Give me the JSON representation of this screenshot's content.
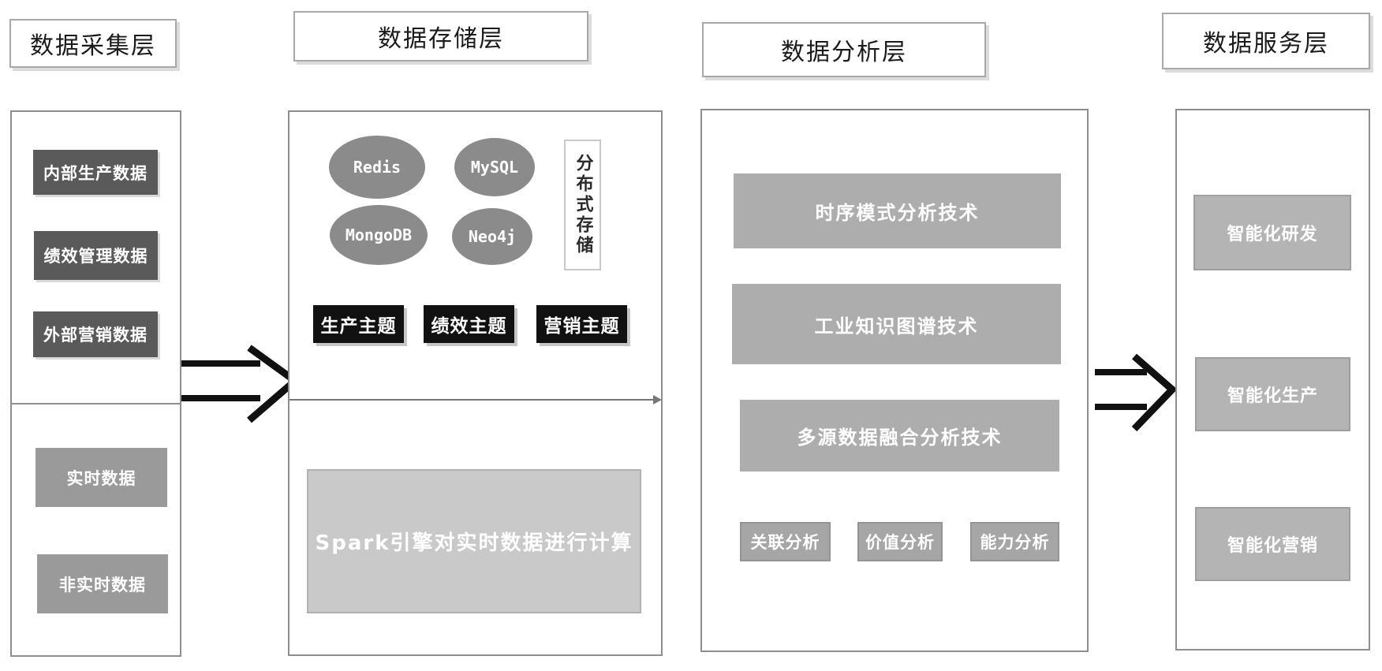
{
  "layers": {
    "collection": {
      "title": "数据采集层",
      "source_items": [
        "内部生产数据",
        "绩效管理数据",
        "外部营销数据"
      ],
      "timeliness_items": [
        "实时数据",
        "非实时数据"
      ]
    },
    "storage": {
      "title": "数据存储层",
      "databases": [
        "Redis",
        "MySQL",
        "MongoDB",
        "Neo4j"
      ],
      "distributed_label": "分布式存储",
      "themes": [
        "生产主题",
        "绩效主题",
        "营销主题"
      ],
      "engine_note": "Spark引擎对实时数据进行计算"
    },
    "analysis": {
      "title": "数据分析层",
      "technologies": [
        "时序模式分析技术",
        "工业知识图谱技术",
        "多源数据融合分析技术"
      ],
      "analyses": [
        "关联分析",
        "价值分析",
        "能力分析"
      ]
    },
    "service": {
      "title": "数据服务层",
      "services": [
        "智能化研发",
        "智能化生产",
        "智能化营销"
      ]
    }
  },
  "colors": {
    "dark_box": "#5a5a5a",
    "mid_gray_box": "#9a9a9a",
    "ellipse": "#8b8b8b",
    "theme_box": "#111111",
    "spark_box": "#c9c9c9",
    "analysis_box": "#adadad",
    "service_box": "#b4b4b4",
    "arrow": "#111111"
  }
}
